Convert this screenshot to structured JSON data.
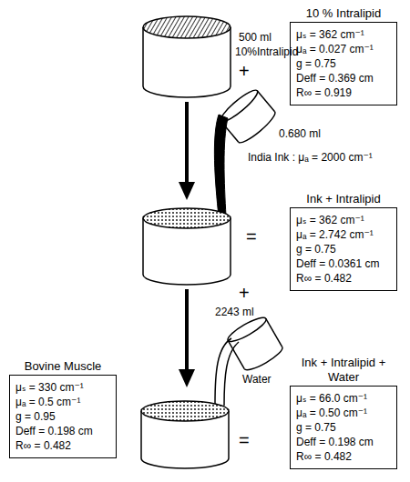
{
  "diagram": {
    "nodes": [
      {
        "text": [
          "10 % Intralipid",
          "μₛ = 362 cm⁻¹",
          "μₐ = 0.027 cm⁻¹",
          "g = 0.75",
          "Deff = 0.369 cm",
          "R∞ = 0.919"
        ]
      },
      {
        "text": [
          "Ink + Intralipid",
          "μₛ = 362 cm⁻¹",
          "μₐ = 2.742 cm⁻¹",
          "g = 0.75",
          "Deff = 0.0361 cm",
          "R∞ = 0.482"
        ]
      },
      {
        "text": [
          "Bovine Muscle",
          "μₛ = 330 cm⁻¹",
          "μₐ = 0.5 cm⁻¹",
          "g = 0.95",
          "Deff = 0.198 cm",
          "R∞ = 0.482"
        ]
      },
      {
        "text": [
          "Ink + Intralipid + Water",
          "μₛ = 66.0 cm⁻¹",
          "μₐ = 0.50 cm⁻¹",
          "g = 0.75",
          "Deff = 0.198 cm",
          "R∞ = 0.482"
        ]
      }
    ],
    "labels": [
      "500 ml",
      "10%Intralipid",
      "+",
      "0.680 ml",
      "India Ink : μₐ = 2000 cm⁻¹",
      "=",
      "+",
      "2243 ml",
      "Water",
      "="
    ]
  }
}
